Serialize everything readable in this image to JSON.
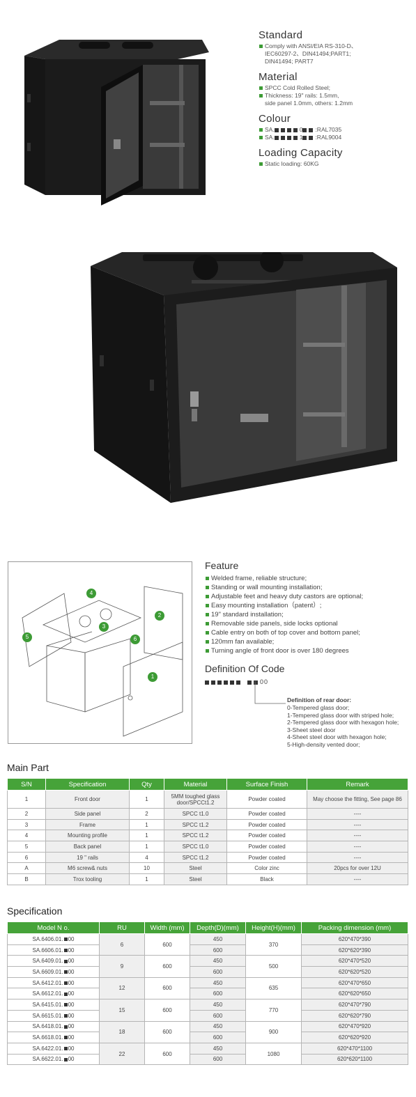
{
  "specs": {
    "standard": {
      "heading": "Standard",
      "lines": [
        "Comply with ANSI/EIA RS-310-D、",
        "IEC60297-2、DIN41494;PART1;",
        "DIN41494; PART7"
      ]
    },
    "material": {
      "heading": "Material",
      "lines": [
        "SPCC Cold Rolled Steel;",
        "Thickness: 19\" rails: 1.5mm,",
        "side panel 1.0mm, others: 1.2mm"
      ]
    },
    "colour": {
      "heading": "Colour",
      "line1_prefix": "SA.",
      "line1_digit": "0",
      "line1_suffix": ":RAL7035",
      "line2_prefix": "SA.",
      "line2_digit": "1",
      "line2_suffix": ":RAL9004"
    },
    "loading": {
      "heading": "Loading Capacity",
      "lines": [
        "Static loading: 60KG"
      ]
    }
  },
  "diagram": {
    "badges": [
      "1",
      "2",
      "3",
      "4",
      "5",
      "6"
    ]
  },
  "feature": {
    "heading": "Feature",
    "items": [
      "Welded frame, reliable structure;",
      "Standing or wall mounting installation;",
      "Adjustable feet and heavy duty castors are optional;",
      "Easy mounting installation（patent）;",
      "19\" standard installation;",
      "Removable side panels, side locks optional",
      "Cable entry on both of top cover and bottom panel;",
      "120mm fan available;",
      "Turning angle of front door is over 180 degrees"
    ]
  },
  "definition": {
    "heading": "Definition Of Code",
    "code_suffix": "00",
    "rear_title": "Definition of rear door:",
    "rear_lines": [
      "0-Tempered glass door;",
      "1-Tempered glass door with striped hole;",
      "2-Tempered glass door with hexagon hole;",
      "3-Sheet steel door",
      "4-Sheet steel door with hexagon hole;",
      "5-High-density vented door;"
    ]
  },
  "main_part": {
    "title": "Main Part",
    "headers": [
      "S/N",
      "Specification",
      "Qty",
      "Material",
      "Surface Finish",
      "Remark"
    ],
    "rows": [
      [
        "1",
        "Front door",
        "1",
        "5MM toughed glass door/SPCCt1.2",
        "Powder coated",
        "May choose the fitting, See page 86"
      ],
      [
        "2",
        "Side panel",
        "2",
        "SPCC t1.0",
        "Powder coated",
        "----"
      ],
      [
        "3",
        "Frame",
        "1",
        "SPCC t1.2",
        "Powder coated",
        "----"
      ],
      [
        "4",
        "Mounting profile",
        "1",
        "SPCC t1.2",
        "Powder coated",
        "----"
      ],
      [
        "5",
        "Back panel",
        "1",
        "SPCC t1.0",
        "Powder coated",
        "----"
      ],
      [
        "6",
        "19 \" rails",
        "4",
        "SPCC t1.2",
        "Powder coated",
        "----"
      ],
      [
        "A",
        "M6 screw& nuts",
        "10",
        "Steel",
        "Color zinc",
        "20pcs for over 12U"
      ],
      [
        "B",
        "Trox tooling",
        "1",
        "Steel",
        "Black",
        "----"
      ]
    ]
  },
  "specification": {
    "title": "Specification",
    "headers": [
      "Model  N o.",
      "RU",
      "Width (mm)",
      "Depth(D)(mm)",
      "Height(H)(mm)",
      "Packing dimension (mm)"
    ],
    "groups": [
      {
        "ru": "6",
        "width": "600",
        "height": "370",
        "rows": [
          {
            "model_a": "SA.6406.01.",
            "model_b": "00",
            "depth": "450",
            "pack": "620*470*390"
          },
          {
            "model_a": "SA.6606.01.",
            "model_b": "00",
            "depth": "600",
            "pack": "620*620*390"
          }
        ]
      },
      {
        "ru": "9",
        "width": "600",
        "height": "500",
        "rows": [
          {
            "model_a": "SA.6409.01.",
            "model_b": "00",
            "depth": "450",
            "pack": "620*470*520"
          },
          {
            "model_a": "SA.6609.01.",
            "model_b": "00",
            "depth": "600",
            "pack": "620*620*520"
          }
        ]
      },
      {
        "ru": "12",
        "width": "600",
        "height": "635",
        "rows": [
          {
            "model_a": "SA.6412.01.",
            "model_b": "00",
            "depth": "450",
            "pack": "620*470*650"
          },
          {
            "model_a": "SA.6612.01.",
            "model_b": "00",
            "depth": "600",
            "pack": "620*620*650"
          }
        ]
      },
      {
        "ru": "15",
        "width": "600",
        "height": "770",
        "rows": [
          {
            "model_a": "SA.6415.01.",
            "model_b": "00",
            "depth": "450",
            "pack": "620*470*790"
          },
          {
            "model_a": "SA.6615.01.",
            "model_b": "00",
            "depth": "600",
            "pack": "620*620*790"
          }
        ]
      },
      {
        "ru": "18",
        "width": "600",
        "height": "900",
        "rows": [
          {
            "model_a": "SA.6418.01.",
            "model_b": "00",
            "depth": "450",
            "pack": "620*470*920"
          },
          {
            "model_a": "SA.6618.01.",
            "model_b": "00",
            "depth": "600",
            "pack": "620*620*920"
          }
        ]
      },
      {
        "ru": "22",
        "width": "600",
        "height": "1080",
        "rows": [
          {
            "model_a": "SA.6422.01.",
            "model_b": "00",
            "depth": "450",
            "pack": "620*470*1100"
          },
          {
            "model_a": "SA.6622.01.",
            "model_b": "00",
            "depth": "600",
            "pack": "620*620*1100"
          }
        ]
      }
    ]
  },
  "colors": {
    "accent": "#46a339",
    "cabinet": "#1a1a1a"
  }
}
